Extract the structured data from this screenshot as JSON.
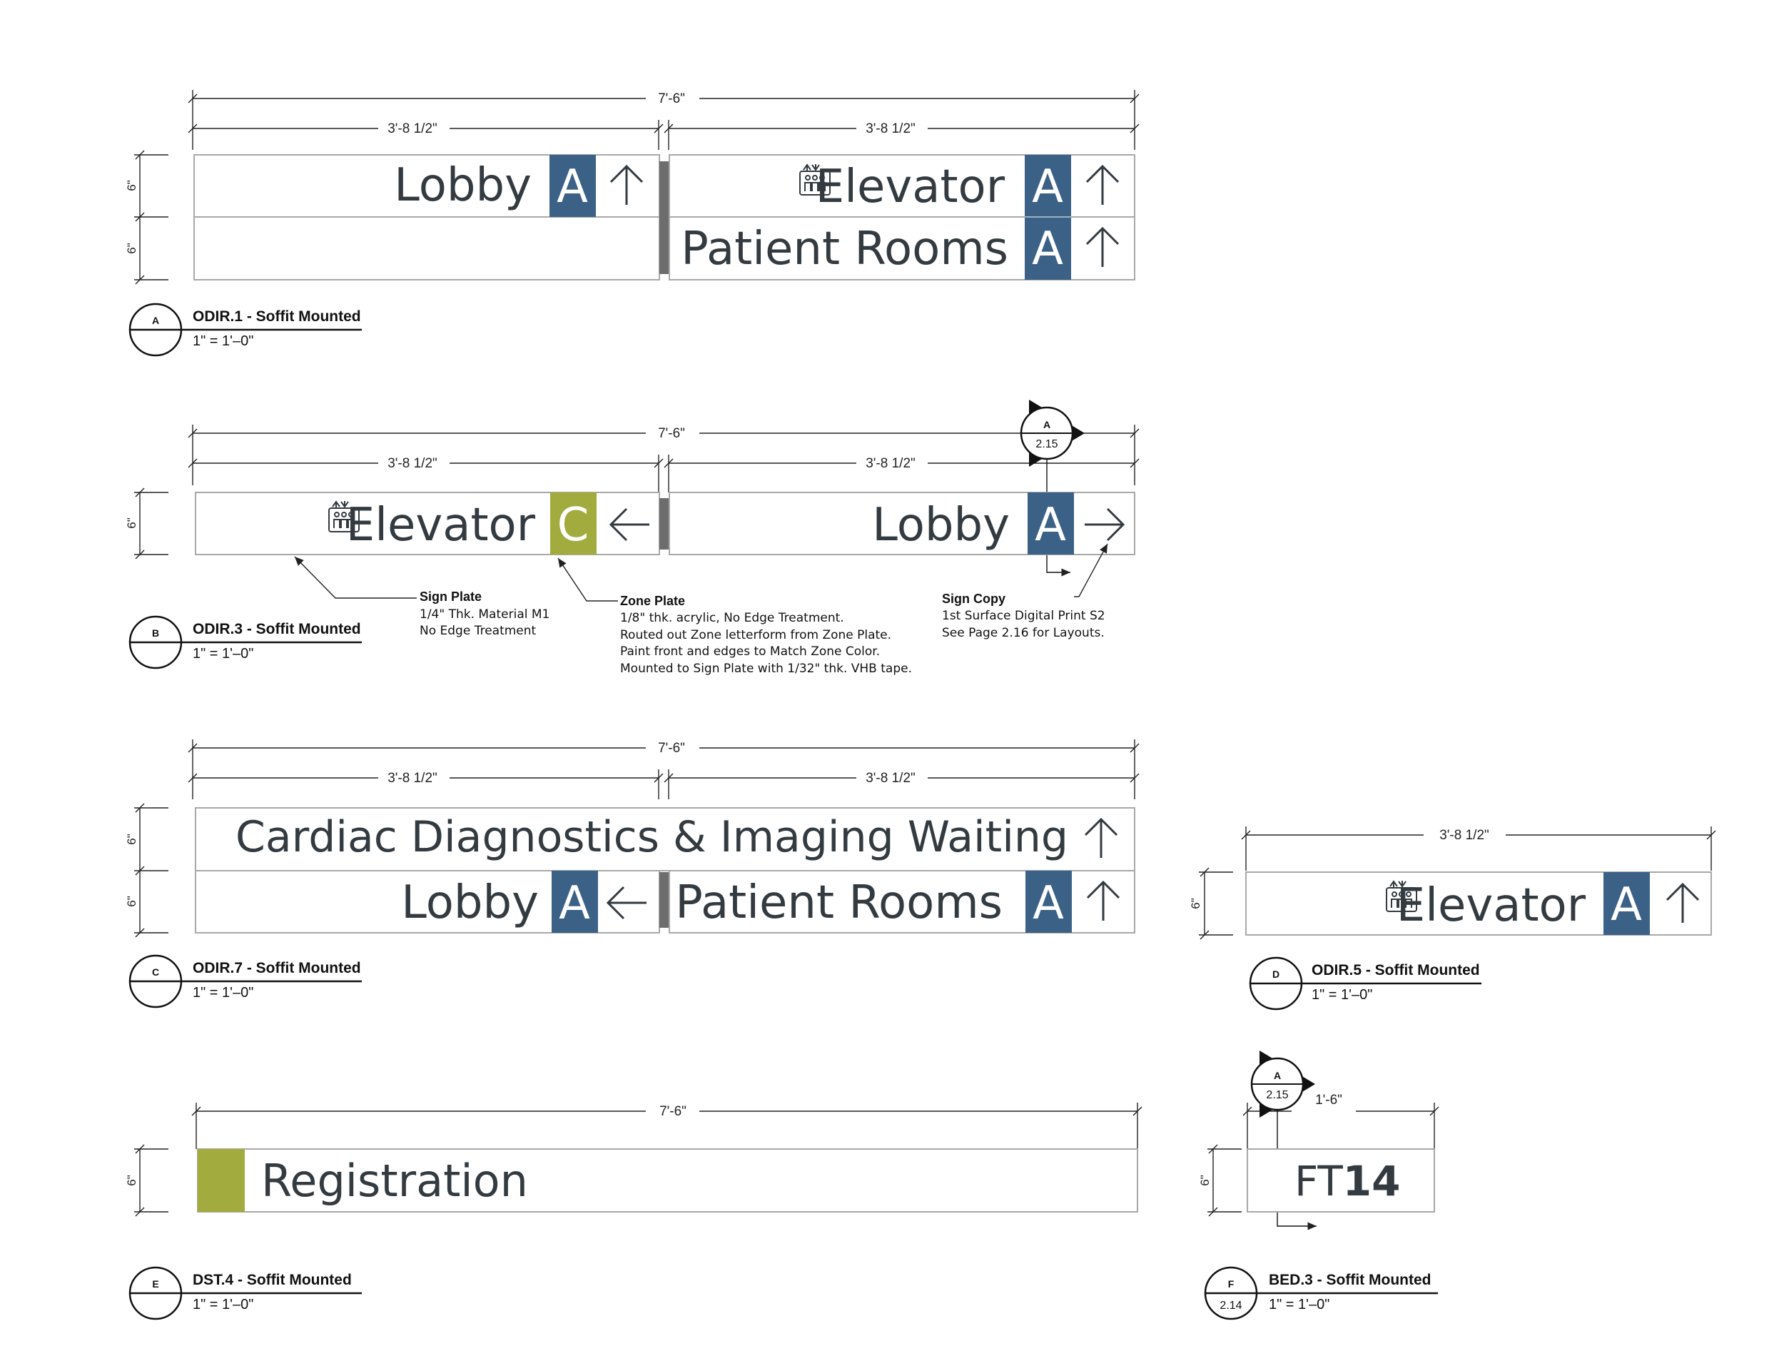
{
  "colors": {
    "zone_a": "#3b6187",
    "zone_c": "#a2ab3e",
    "sign_text": "#333b40",
    "line": "#222222",
    "plate": "#a8a8a8",
    "joint": "#6d6d6d"
  },
  "dims": {
    "overall": "7'-6\"",
    "half": "3'-8 1/2\"",
    "short": "1'-6\"",
    "height": "6\""
  },
  "icons": {
    "elevator": "elevator-people-icon",
    "up": "arrow-up-icon",
    "left": "arrow-left-icon",
    "right": "arrow-right-icon"
  },
  "signs": {
    "a": {
      "title": "ODIR.1 - Soffit Mounted",
      "scale": "1\" = 1'–0\"",
      "tag": "A",
      "left_text": "Lobby",
      "left_zone": "A",
      "right_row1_text": "Elevator",
      "right_row1_zone": "A",
      "right_row2_text": "Patient Rooms",
      "right_row2_zone": "A"
    },
    "b": {
      "title": "ODIR.3 - Soffit Mounted",
      "scale": "1\" = 1'–0\"",
      "tag": "B",
      "left_text": "Elevator",
      "left_zone": "C",
      "right_text": "Lobby",
      "right_zone": "A",
      "section_ref": {
        "top": "A",
        "bottom": "2.15"
      }
    },
    "c": {
      "title": "ODIR.7 - Soffit Mounted",
      "scale": "1\" = 1'–0\"",
      "tag": "C",
      "top_text": "Cardiac Diagnostics & Imaging Waiting",
      "left_text": "Lobby",
      "left_zone": "A",
      "right_text": "Patient Rooms",
      "right_zone": "A"
    },
    "d": {
      "title": "ODIR.5 - Soffit Mounted",
      "scale": "1\" = 1'–0\"",
      "tag": "D",
      "text": "Elevator",
      "zone": "A"
    },
    "e": {
      "title": "DST.4 - Soffit Mounted",
      "scale": "1\" = 1'–0\"",
      "tag": "E",
      "text": "Registration"
    },
    "f": {
      "title": "BED.3 - Soffit Mounted",
      "scale": "1\" = 1'–0\"",
      "tag_top": "F",
      "tag_bottom": "2.14",
      "text_a": "FT",
      "text_b": "14",
      "section_ref": {
        "top": "A",
        "bottom": "2.15"
      }
    }
  },
  "notes": {
    "sign_plate": {
      "title": "Sign Plate",
      "lines": [
        "1/4\" Thk. Material M1",
        "No Edge Treatment"
      ]
    },
    "zone_plate": {
      "title": "Zone Plate",
      "lines": [
        "1/8\" thk. acrylic, No Edge Treatment.",
        "Routed out Zone letterform from Zone Plate.",
        "Paint front and edges to Match Zone Color.",
        "Mounted to Sign Plate with 1/32\" thk. VHB tape."
      ]
    },
    "sign_copy": {
      "title": "Sign Copy",
      "lines": [
        "1st Surface Digital Print S2",
        "See Page 2.16 for Layouts."
      ]
    }
  }
}
